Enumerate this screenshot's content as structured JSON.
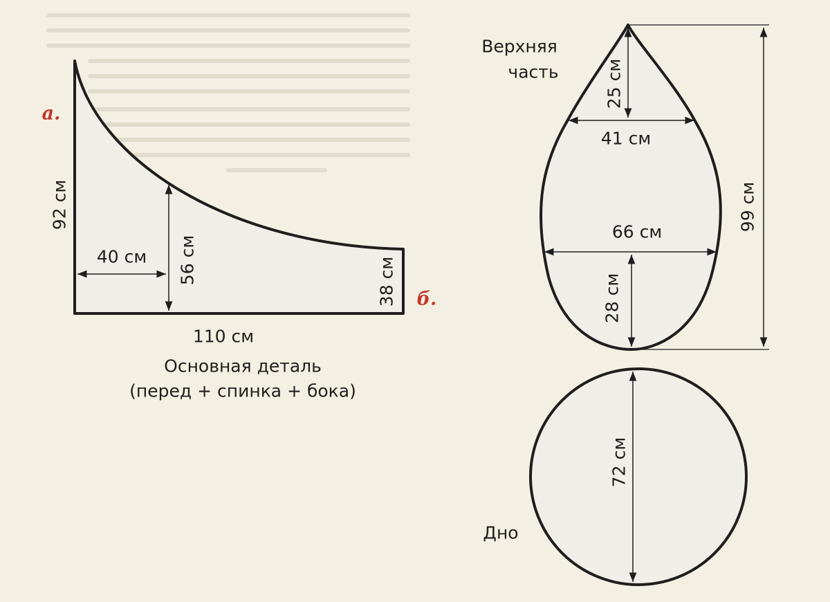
{
  "colors": {
    "background": "#f3f0e3",
    "shape_fill": "#efeee8",
    "outline": "#1e1e1e",
    "marker": "#c0392b"
  },
  "marker_a": "а.",
  "marker_b": "б.",
  "main_panel": {
    "height_label": "92 см",
    "width_label": "40 см",
    "mid_height_label": "56 см",
    "right_height_label": "38 см",
    "base_label": "110 см",
    "title_line1": "Основная деталь",
    "title_line2": "(перед + спинка + бока)"
  },
  "top_panel": {
    "title_line1": "Верхняя",
    "title_line2": "часть",
    "tip_height_label": "25 см",
    "upper_width_label": "41 см",
    "width_label": "66 см",
    "lower_height_label": "28 см",
    "total_height_label": "99 см"
  },
  "bottom_panel": {
    "title": "Дно",
    "diameter_label": "72 см"
  }
}
